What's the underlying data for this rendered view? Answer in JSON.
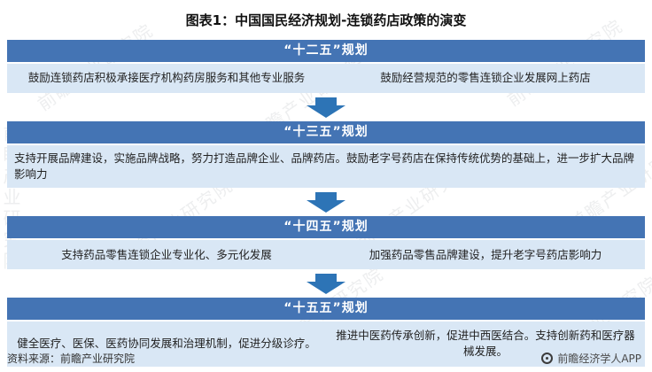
{
  "title": "图表1：中国国民经济规划-连锁药店政策的演变",
  "sections": [
    {
      "header": "“十二五”规划",
      "columns": [
        "鼓励连锁药店积极承接医疗机构药房服务和其他专业服务",
        "鼓励经营规范的零售连锁企业发展网上药店"
      ]
    },
    {
      "header": "“十三五”规划",
      "columns": [
        "支持开展品牌建设，实施品牌战略，努力打造品牌企业、品牌药店。鼓励老字号药店在保持传统优势的基础上，进一步扩大品牌影响力"
      ]
    },
    {
      "header": "“十四五”规划",
      "columns": [
        "支持药品零售连锁企业专业化、多元化发展",
        "加强药品零售品牌建设，提升老字号药店影响力"
      ]
    },
    {
      "header": "“十五五”规划",
      "columns": [
        "健全医疗、医保、医药协同发展和治理机制，促进分级诊疗。",
        "推进中医药传承创新，促进中西医结合。支持创新药和医疗器械发展。"
      ]
    }
  ],
  "footer": {
    "source": "资料来源：前瞻产业研究院",
    "brand": "前瞻经济学人APP"
  },
  "watermark": {
    "text": "前瞻产业研究院"
  },
  "colors": {
    "header_bg": "#4474b4",
    "content_bg": "#d9e7f5",
    "arrow": "#2d74b6",
    "header_text": "#ffffff"
  }
}
